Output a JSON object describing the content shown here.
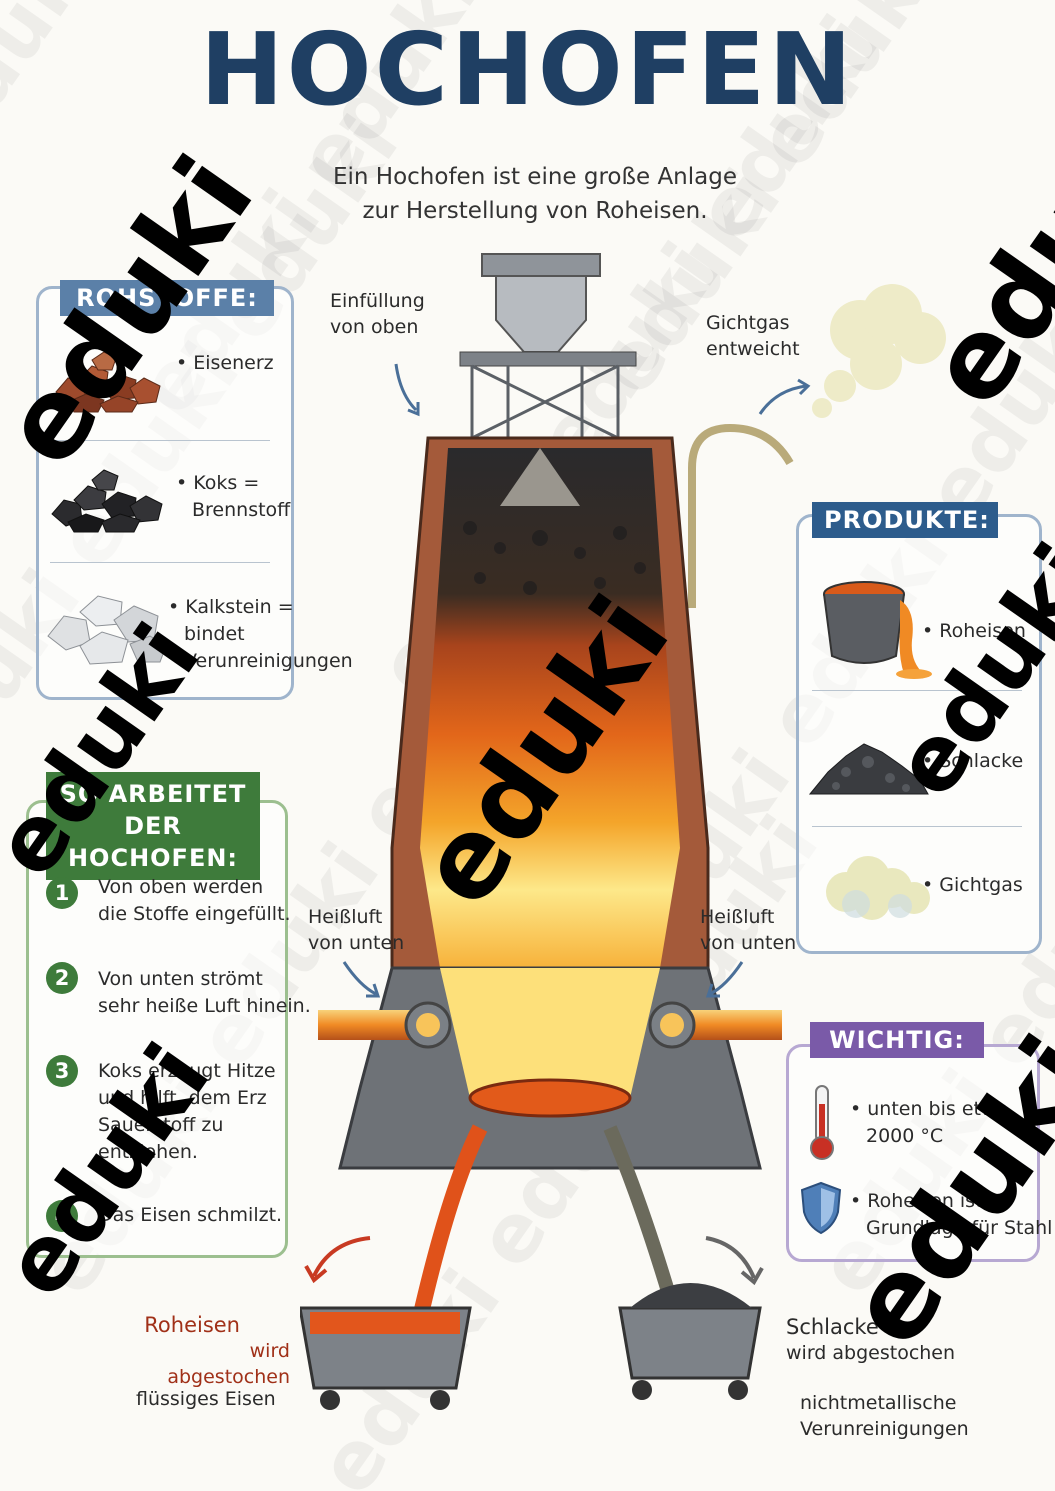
{
  "title": "HOCHOFEN",
  "subtitle_line1": "Ein Hochofen ist eine große Anlage",
  "subtitle_line2": "zur Herstellung von Roheisen.",
  "rohstoffe": {
    "heading": "ROHSTOFFE:",
    "items": [
      {
        "line1": "• Eisenerz",
        "line2": "",
        "line3": "",
        "icon": "iron-ore-icon"
      },
      {
        "line1": "• Koks =",
        "line2": "Brennstoff",
        "line3": "",
        "icon": "coke-icon"
      },
      {
        "line1": "• Kalkstein =",
        "line2": "bindet",
        "line3": "Verunreinigungen",
        "icon": "limestone-icon"
      }
    ]
  },
  "ablauf": {
    "heading_line1": "SO ARBEITET",
    "heading_line2": "DER HOCHOFEN:",
    "steps": [
      {
        "num": "1",
        "lines": [
          "Von oben werden",
          "die Stoffe eingefüllt."
        ]
      },
      {
        "num": "2",
        "lines": [
          "Von unten strömt",
          "sehr heiße Luft hinein."
        ]
      },
      {
        "num": "3",
        "lines": [
          "Koks erzeugt Hitze",
          "und hilft, dem Erz",
          "Sauerstoff zu",
          "entziehen."
        ]
      },
      {
        "num": "4",
        "lines": [
          "Das Eisen schmilzt."
        ]
      }
    ]
  },
  "produkte": {
    "heading": "PRODUKTE:",
    "items": [
      {
        "label": "• Roheisen",
        "icon": "molten-iron-ladle-icon"
      },
      {
        "label": "• Schlacke",
        "icon": "slag-icon"
      },
      {
        "label": "• Gichtgas",
        "icon": "gas-cloud-icon"
      }
    ]
  },
  "wichtig": {
    "heading": "WICHTIG:",
    "items": [
      {
        "line1": "• unten bis etwa",
        "line2": "2000 °C",
        "icon": "thermometer-icon"
      },
      {
        "line1": "• Roheisen ist",
        "line2": "Grundlage für Stahl",
        "icon": "shield-icon"
      }
    ]
  },
  "callouts": {
    "einfuellung": [
      "Einfüllung",
      "von oben"
    ],
    "gichtgas": [
      "Gichtgas",
      "entweicht"
    ],
    "heissluft_left": [
      "Heißluft",
      "von unten"
    ],
    "heissluft_right": [
      "Heißluft",
      "von unten"
    ],
    "roheisen_title": "Roheisen",
    "roheisen_sub": "wird abgestochen",
    "roheisen_note": "flüssiges Eisen",
    "schlacke_title": "Schlacke",
    "schlacke_sub": "wird abgestochen",
    "schlacke_note": [
      "nichtmetallische",
      "Verunreinigungen"
    ]
  },
  "watermark": "eduki",
  "colors": {
    "title": "#1f3f63",
    "rohstoffe": "#5b80a8",
    "produkte": "#2d5c8c",
    "ablauf": "#3e7b3b",
    "wichtig": "#7a5aa8",
    "roheisen_text": "#a03018",
    "arrow": "#4a6f98"
  }
}
